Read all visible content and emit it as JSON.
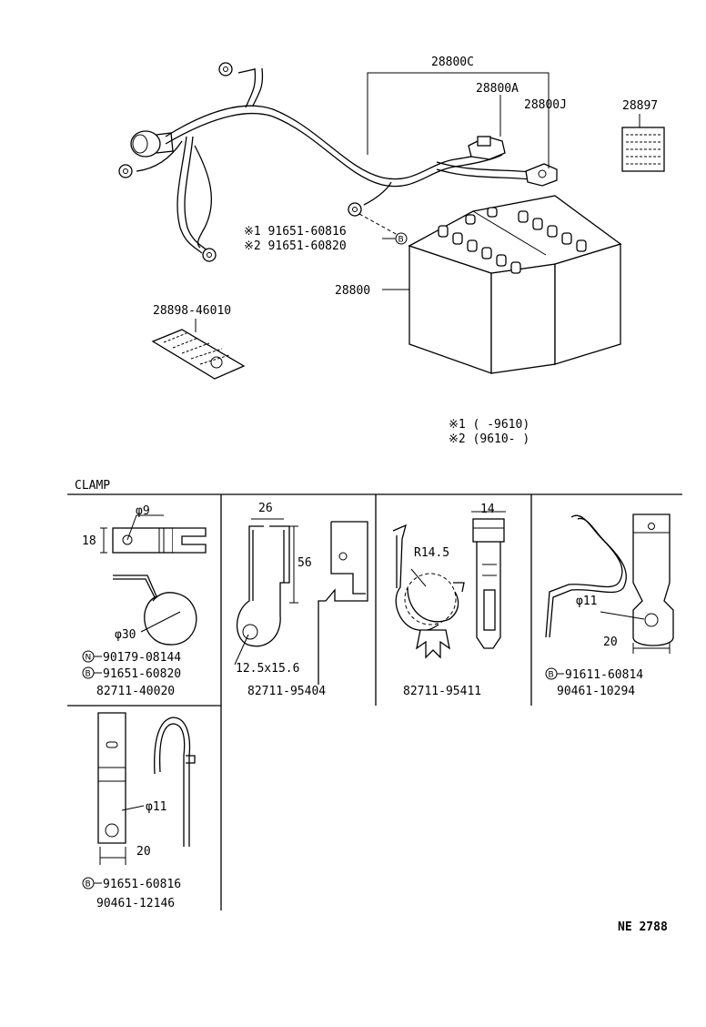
{
  "upper": {
    "labels": {
      "harness_c": "28800C",
      "harness_a": "28800A",
      "harness_j": "28800J",
      "label_28897": "28897",
      "battery": "28800",
      "bolt_1": "※1  91651-60816",
      "bolt_2": "※2  91651-60820",
      "bolt_marker": "B",
      "label_sheet": "28898-46010"
    },
    "notes": {
      "note_1": "※1  (      -9610)",
      "note_2": "※2  (9610-      )"
    }
  },
  "clamp": {
    "section_title": "CLAMP",
    "cells": [
      {
        "dims": [
          "φ9",
          "18",
          "φ30"
        ],
        "parts": [
          {
            "marker": "N",
            "number": "90179-08144"
          },
          {
            "marker": "B",
            "number": "91651-60820"
          }
        ],
        "main": "82711-40020"
      },
      {
        "dims": [
          "26",
          "56",
          "12.5x15.6"
        ],
        "parts": [],
        "main": "82711-95404"
      },
      {
        "dims": [
          "14",
          "R14.5"
        ],
        "parts": [],
        "main": "82711-95411"
      },
      {
        "dims": [
          "φ11",
          "20"
        ],
        "parts": [
          {
            "marker": "B",
            "number": "91611-60814"
          }
        ],
        "main": "90461-10294"
      },
      {
        "dims": [
          "φ11",
          "20"
        ],
        "parts": [
          {
            "marker": "B",
            "number": "91651-60816"
          }
        ],
        "main": "90461-12146"
      }
    ]
  },
  "footer": {
    "code": "NE 2788"
  }
}
